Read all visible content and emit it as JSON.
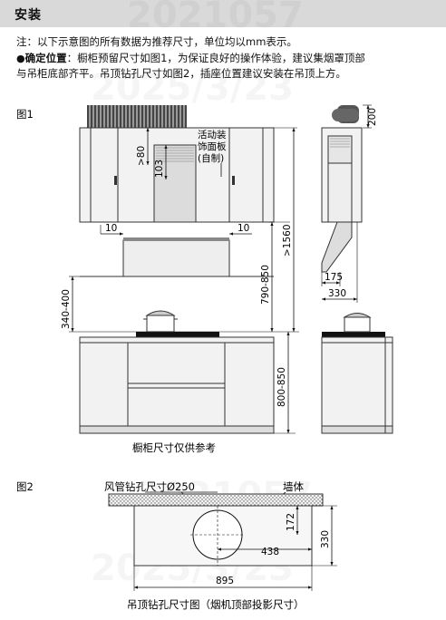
{
  "section_title": "安装",
  "note": "注：以下示意图的所有数据为推荐尺寸，单位均以mm表示。",
  "position_label": "确定位置",
  "position_text_1": "：橱柜预留尺寸如图1，为保证良好的操作体验，建议集烟罩顶部",
  "position_text_2": "与吊柜底部齐平。吊顶钻孔尺寸如图2，插座位置建议安装在吊顶上方。",
  "fig1": {
    "label": "图1",
    "panel_label_1": "活动装",
    "panel_label_2": "饰面板",
    "panel_label_3": "(自制)",
    "dim_gt80": ">80",
    "dim_103": "103",
    "dim_10_left": "10",
    "dim_10_right": "10",
    "dim_gt1560": ">1560",
    "dim_790_850": "790-850",
    "dim_340_400": "340-400",
    "dim_800_850": "800-850",
    "dim_200": "200",
    "dim_175": "175",
    "dim_330": "330",
    "caption": "橱柜尺寸仅供参考"
  },
  "fig2": {
    "label": "图2",
    "duct_label": "风管钻孔尺寸Ø250",
    "wall_label": "墙体",
    "dim_172": "172",
    "dim_438": "438",
    "dim_330": "330",
    "dim_895": "895",
    "caption": "吊顶钻孔尺寸图（烟机顶部投影尺寸）"
  },
  "watermarks": [
    "2021057",
    "2025/3/23"
  ]
}
